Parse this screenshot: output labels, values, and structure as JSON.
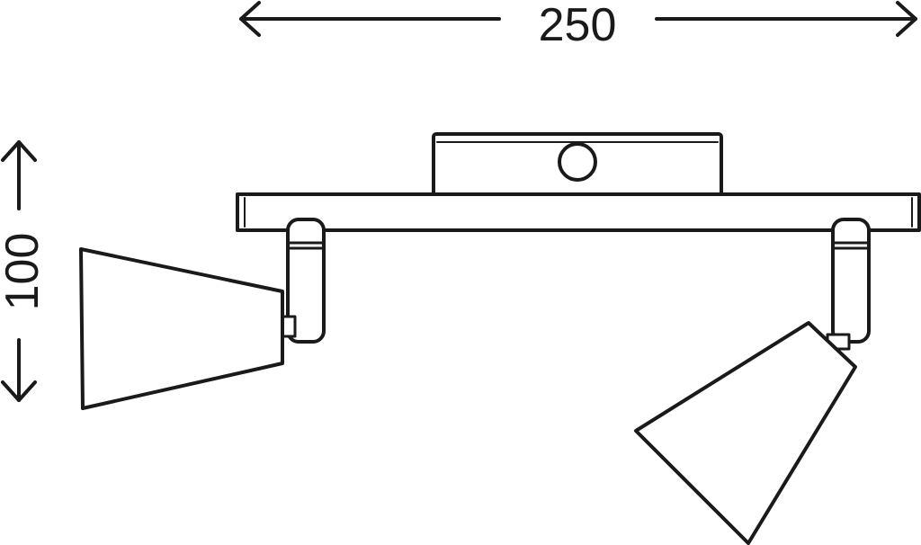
{
  "dimensions": {
    "width": {
      "value": "250"
    },
    "height": {
      "value": "100"
    }
  },
  "colors": {
    "line": "#1a1a1a",
    "background": "#ffffff"
  },
  "parts": {
    "mount": "ceiling-canopy",
    "bar": "mounting-bar",
    "spots": [
      "left-spotlight",
      "right-spotlight"
    ]
  }
}
